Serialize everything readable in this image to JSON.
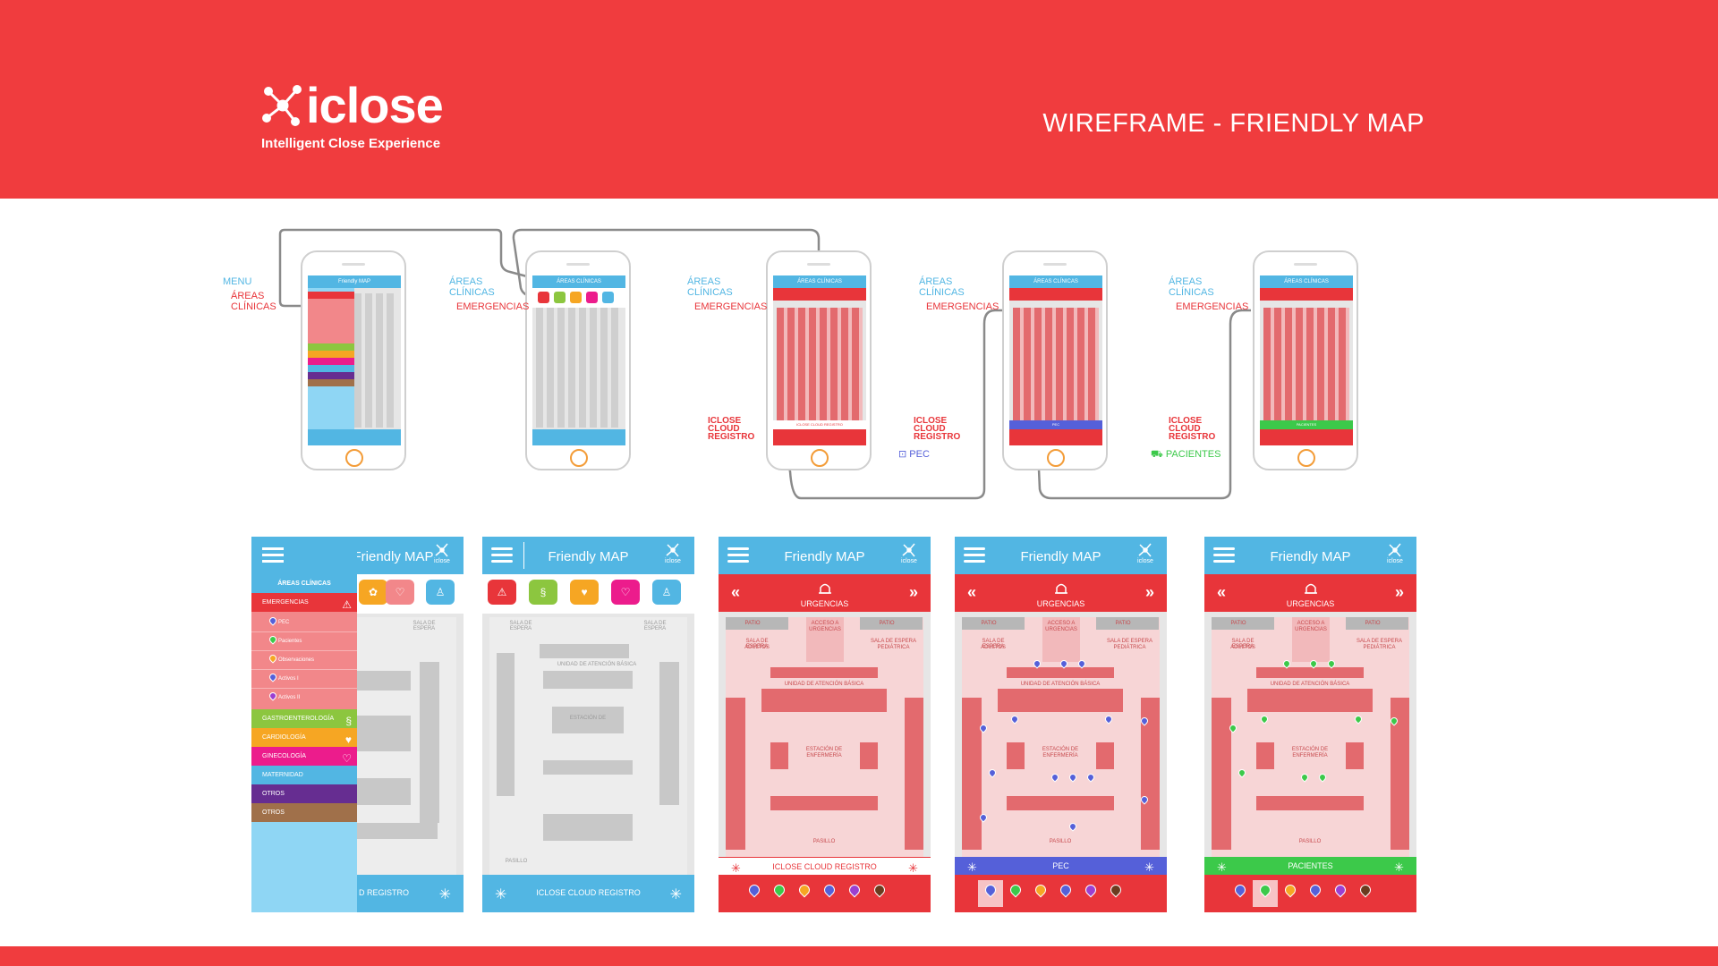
{
  "header": {
    "logo_word": "iclose",
    "logo_tagline": "Intelligent Close Experience",
    "title": "WIREFRAME - FRIENDLY MAP"
  },
  "flow": {
    "labels": {
      "menu": "MENU",
      "areas1": "ÁREAS",
      "areas2": "CLÍNICAS",
      "emergencias": "EMERGENCIAS",
      "cloud1": "ICLOSE",
      "cloud2": "CLOUD",
      "cloud3": "REGISTRO",
      "pec": "PEC",
      "pacientes": "PACIENTES"
    },
    "mini_titles": {
      "friendly": "Friendly MAP",
      "areas": "ÁREAS CLÍNICAS",
      "urgencias": "URGENCIAS",
      "cloud": "ICLOSE CLOUD REGISTRO",
      "pec": "PEC",
      "pacientes": "PACIENTES"
    }
  },
  "screens": {
    "app_title": "Friendly MAP",
    "logo_small": "iclose",
    "urgencias": "URGENCIAS",
    "footer_cloud": "ICLOSE CLOUD REGISTRO",
    "footer_cloud_partial": "D REGISTRO",
    "status_cloud": "ICLOSE CLOUD REGISTRO",
    "status_pec": "PEC",
    "status_pacientes": "PACIENTES",
    "drawer": {
      "title": "ÁREAS CLÍNICAS",
      "emergencias": "EMERGENCIAS",
      "sub": [
        "PEC",
        "Pacientes",
        "Observaciones",
        "Activos I",
        "Activos II"
      ],
      "sections": [
        {
          "label": "GASTROENTEROLOGÍA",
          "color": "#8cc63f"
        },
        {
          "label": "CARDIOLOGÍA",
          "color": "#f6a623"
        },
        {
          "label": "GINECOLOGÍA",
          "color": "#ec1c8c"
        },
        {
          "label": "MATERNIDAD",
          "color": "#52b6e3"
        },
        {
          "label": "OTROS",
          "color": "#662d91"
        },
        {
          "label": "OTROS",
          "color": "#a0704a"
        }
      ]
    },
    "plan_labels": {
      "patio": "PATIO",
      "acceso1": "ACCESO A",
      "acceso2": "URGENCIAS",
      "sala1": "SALA DE ESPERA",
      "sala2": "ADULTOS",
      "sala3": "SALA DE ESPERA",
      "sala4": "PEDIÁTRICA",
      "unidad": "UNIDAD DE ATENCIÓN BÁSICA",
      "estacion1": "ESTACIÓN DE",
      "estacion2": "ENFERMERÍA",
      "pasillo": "PASILLO"
    }
  },
  "colors": {
    "brand_red": "#f03c3e",
    "brand_blue": "#52b6e3",
    "pec_blue": "#5560d9",
    "pacientes_green": "#3cc94a"
  }
}
